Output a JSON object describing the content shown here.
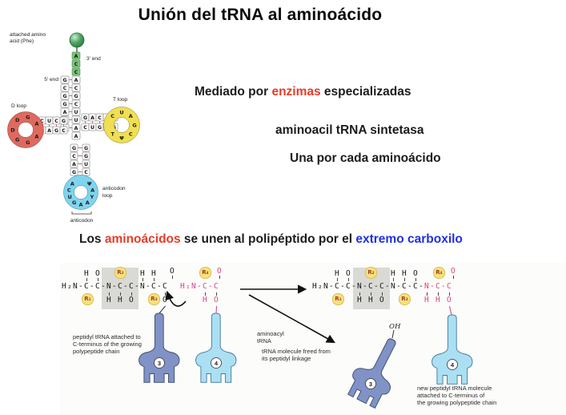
{
  "slide": {
    "title": "Unión del tRNA al aminoácido",
    "bullet1": {
      "pre": "Mediado por ",
      "highlight": "enzimas",
      "post": " especializadas"
    },
    "bullet2": "aminoacil tRNA sintetasa",
    "bullet3": "Una por cada aminoácido",
    "statement": {
      "pre": "Los ",
      "highlight_red": "aminoácidos",
      "mid": " se unen al polipéptido por el ",
      "highlight_blue": "extremo carboxilo"
    }
  },
  "colors": {
    "accent_red": "#e63c28",
    "accent_blue": "#2130e0",
    "dark_trna": "#8092c6",
    "light_trna": "#abdff2",
    "d_loop_ring": "#e0695e",
    "t_loop_ring": "#f0df52",
    "anticodon_ring": "#7fd4ee",
    "pink_residue": "#d6478c",
    "r_group_circle": "#f7e27a",
    "amino_acid_ball": "#4da35f"
  },
  "trna_diagram": {
    "attached_label_line1": "attached amino",
    "attached_label_line2": "acid (Phe)",
    "end3_label": "3' end",
    "end5_label": "5' end",
    "d_loop_label": "D loop",
    "t_loop_label": "T loop",
    "anticodon_loop_label_line1": "anticodon",
    "anticodon_loop_label_line2": "loop",
    "anticodon_label": "anticodon",
    "acceptor_acc": "ACC",
    "acceptor_3prime": "ACGCUUAA",
    "acceptor_5prime": "GCGGAUU",
    "d_arm_top": "CUCG",
    "d_arm_bottom": "GAGC",
    "t_arm_top": "GACAC",
    "t_arm_bottom": "CUGUG",
    "anticodon_stem_left": "GCAG",
    "anticodon_stem_right": "GGUC",
    "d_loop_letters": "AGGDDGA",
    "t_loop_letters": "CUAGCΨT",
    "anticodon_loop_letters": "ΨAYAAGUCA"
  },
  "figure": {
    "oh": "OH",
    "n3": "3",
    "n4": "4",
    "labels": {
      "peptidyl": [
        "peptidyl tRNA attached to",
        "C-terminus of the growing",
        "polypeptide chain"
      ],
      "aminoacyl": [
        "aminoacyl",
        "tRNA"
      ],
      "freed": [
        "tRNA molecule freed from",
        "its peptidyl linkage"
      ],
      "new_peptidyl": [
        "new peptidyl tRNA molecule",
        "attached to C-terminus of",
        "the growing polypeptide chain"
      ]
    },
    "f_left": {
      "chain": "H₂N-C-C-N-C-C-N-C-C",
      "top": {
        "h1": "H",
        "o1": "O",
        "r2": "R₂",
        "h2": "H",
        "h3": "H",
        "o2": "O"
      },
      "bottom": {
        "r1": "R₁",
        "h1": "H",
        "h2": "H",
        "o1": "O",
        "r3": "R₃",
        "o2": "O"
      }
    },
    "f_mid": {
      "chain": "H₂N-C-C",
      "r4": "R₄",
      "o_top": "O",
      "h_bottom": "H",
      "o_bottom": "O"
    },
    "f_right": {
      "chain_black": "H₂N-C-C-N-C-C-N-C-C-",
      "chain_pink": "N-C-C",
      "top": {
        "h1": "H",
        "o1": "O",
        "r2": "R₂",
        "h2": "H",
        "h3": "H",
        "o2": "O",
        "r4": "R₄",
        "o3": "O"
      },
      "bottom": {
        "r1": "R₁",
        "h1": "H",
        "h2": "H",
        "o1": "O",
        "r3": "R₃",
        "h4": "H",
        "h5": "H",
        "o2": "O"
      }
    }
  }
}
